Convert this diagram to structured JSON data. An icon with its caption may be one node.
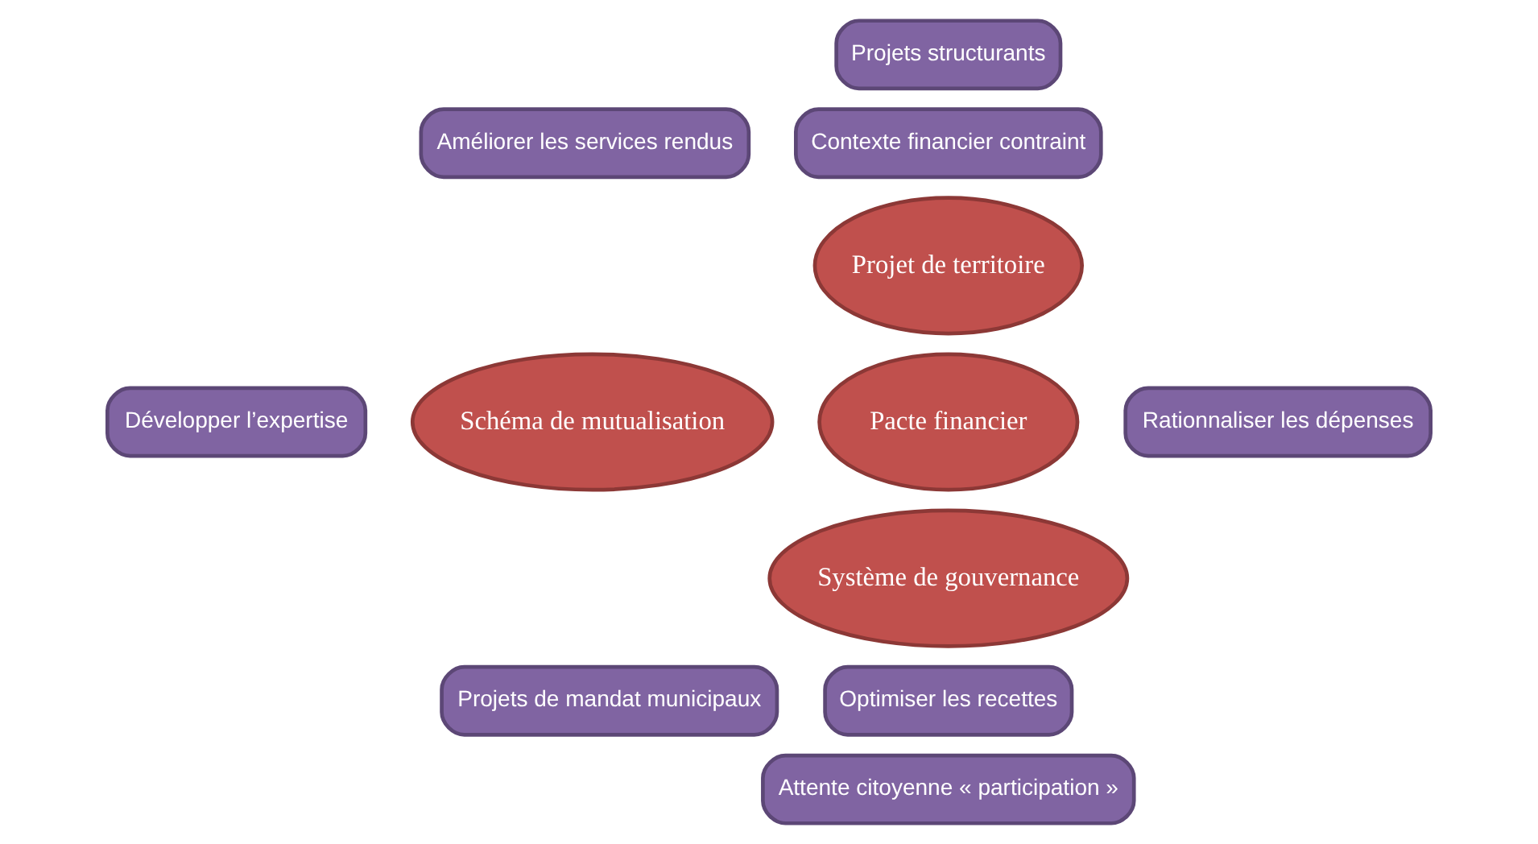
{
  "diagram": {
    "nodes": [
      {
        "text": [
          "Projets structurants"
        ]
      },
      {
        "text": [
          "Améliorer les services rendus"
        ]
      },
      {
        "text": [
          "Contexte financier contraint"
        ]
      },
      {
        "text": [
          "Projet de territoire"
        ]
      },
      {
        "text": [
          "Développer l’expertise"
        ]
      },
      {
        "text": [
          "Schéma de mutualisation"
        ]
      },
      {
        "text": [
          "Pacte financier"
        ]
      },
      {
        "text": [
          "Rationnaliser les dépenses"
        ]
      },
      {
        "text": [
          "Système de gouvernance"
        ]
      },
      {
        "text": [
          "Projets de mandat municipaux"
        ]
      },
      {
        "text": [
          "Optimiser les recettes"
        ]
      },
      {
        "text": [
          "Attente citoyenne « participation »"
        ]
      }
    ]
  }
}
